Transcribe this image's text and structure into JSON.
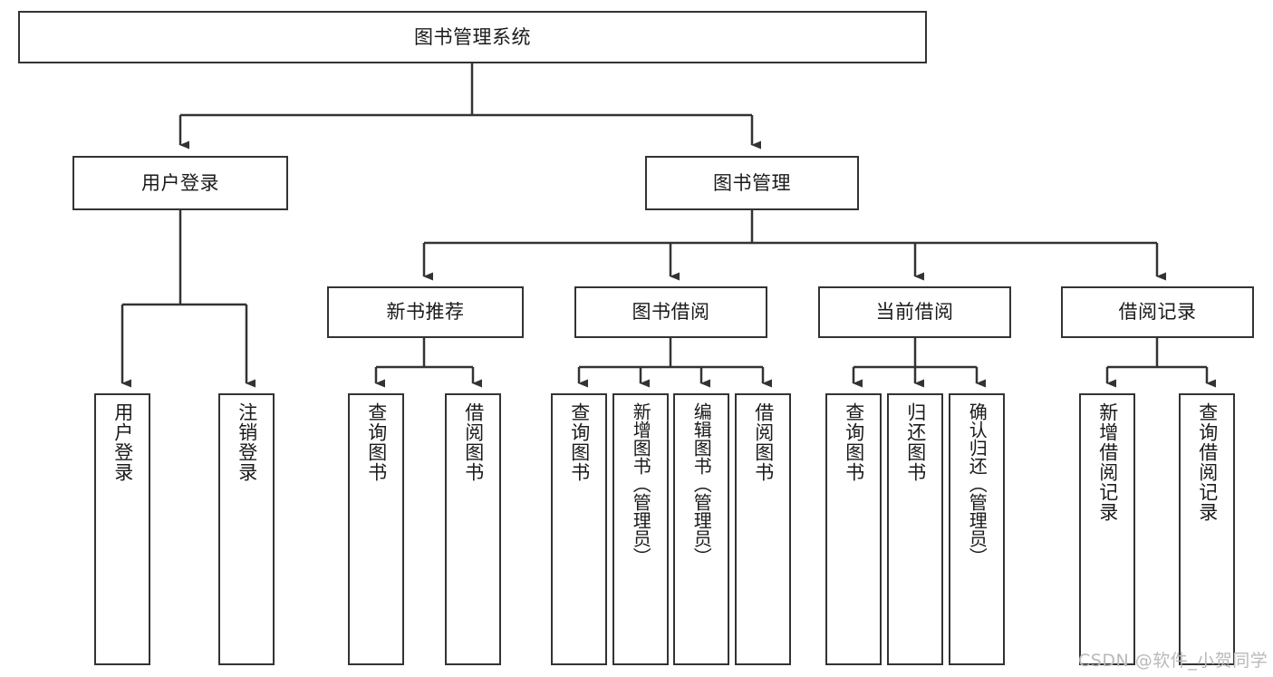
{
  "diagram": {
    "title": "图书管理系统",
    "type": "tree-hierarchy-chart",
    "watermark": "CSDN @软件_小贺同学",
    "root": {
      "label": "图书管理系统"
    },
    "level2": [
      {
        "label": "用户登录"
      },
      {
        "label": "图书管理"
      }
    ],
    "level3": [
      {
        "label": "新书推荐"
      },
      {
        "label": "图书借阅"
      },
      {
        "label": "当前借阅"
      },
      {
        "label": "借阅记录"
      }
    ],
    "leaves": {
      "user_login": [
        {
          "label": "用户登录"
        },
        {
          "label": "注销登录"
        }
      ],
      "new_book_recommend": [
        {
          "label": "查询图书"
        },
        {
          "label": "借阅图书"
        }
      ],
      "book_borrow": [
        {
          "label": "查询图书"
        },
        {
          "label": "新增图书（管理员）"
        },
        {
          "label": "编辑图书（管理员）"
        },
        {
          "label": "借阅图书"
        }
      ],
      "current_borrow": [
        {
          "label": "查询图书"
        },
        {
          "label": "归还图书"
        },
        {
          "label": "确认归还（管理员）"
        }
      ],
      "borrow_record": [
        {
          "label": "新增借阅记录"
        },
        {
          "label": "查询借阅记录"
        }
      ]
    },
    "colors": {
      "border": "#333333",
      "background": "#ffffff",
      "text": "#1a1a1a",
      "connector": "#333333",
      "watermark": "#b9b9b9"
    }
  }
}
